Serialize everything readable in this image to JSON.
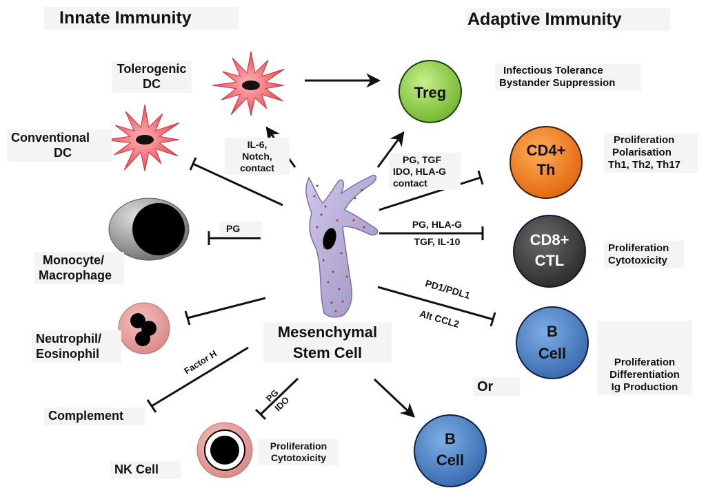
{
  "headers": {
    "innate": "Innate Immunity",
    "adaptive": "Adaptive Immunity"
  },
  "center": {
    "line1": "Mesenchymal",
    "line2": "Stem Cell"
  },
  "innate": {
    "tolerogenic_dc": [
      "Tolerogenic",
      "DC"
    ],
    "conventional_dc": [
      "Conventional",
      "DC"
    ],
    "monocyte": [
      "Monocyte/",
      "Macrophage"
    ],
    "neutrophil": [
      "Neutrophil/",
      "Eosinophil"
    ],
    "complement": "Complement",
    "nk_cell": "NK Cell",
    "nk_effects": [
      "Proliferation",
      "Cytotoxicity"
    ]
  },
  "mediators": {
    "dc": [
      "IL-6,",
      "Notch,",
      "contact"
    ],
    "monocyte": "PG",
    "complement": "Factor H",
    "nk": [
      "PG",
      "IDO"
    ],
    "treg_th": [
      "PG, TGF",
      "IDO, HLA-G",
      "contact"
    ],
    "ctl": [
      "PG, HLA-G",
      "TGF, IL-10"
    ],
    "bcell": [
      "PD1/PDL1",
      "Alt CCL2"
    ]
  },
  "adaptive": {
    "treg": "Treg",
    "treg_effects": [
      "Infectious Tolerance",
      "Bystander Suppression"
    ],
    "cd4": [
      "CD4+",
      "Th"
    ],
    "cd4_effects": [
      "Proliferation",
      "Polarisation",
      "Th1, Th2, Th17"
    ],
    "cd8": [
      "CD8+",
      "CTL"
    ],
    "cd8_effects": [
      "Proliferation",
      "Cytotoxicity"
    ],
    "bcell": [
      "B",
      "Cell"
    ],
    "bcell_effects": [
      "Proliferation",
      "Differentiation",
      "Ig Production"
    ],
    "or": "Or",
    "bcell2": [
      "B",
      "Cell"
    ]
  },
  "colors": {
    "treg": "#8fd13f",
    "cd4": "#f07c16",
    "cd8": "#3d3d3d",
    "bcell": "#4a82c8",
    "dc": "#f0555e",
    "monocyte": "#9a9a9a",
    "granulocyte": "#e69a96",
    "msc": "#b7aed4"
  }
}
